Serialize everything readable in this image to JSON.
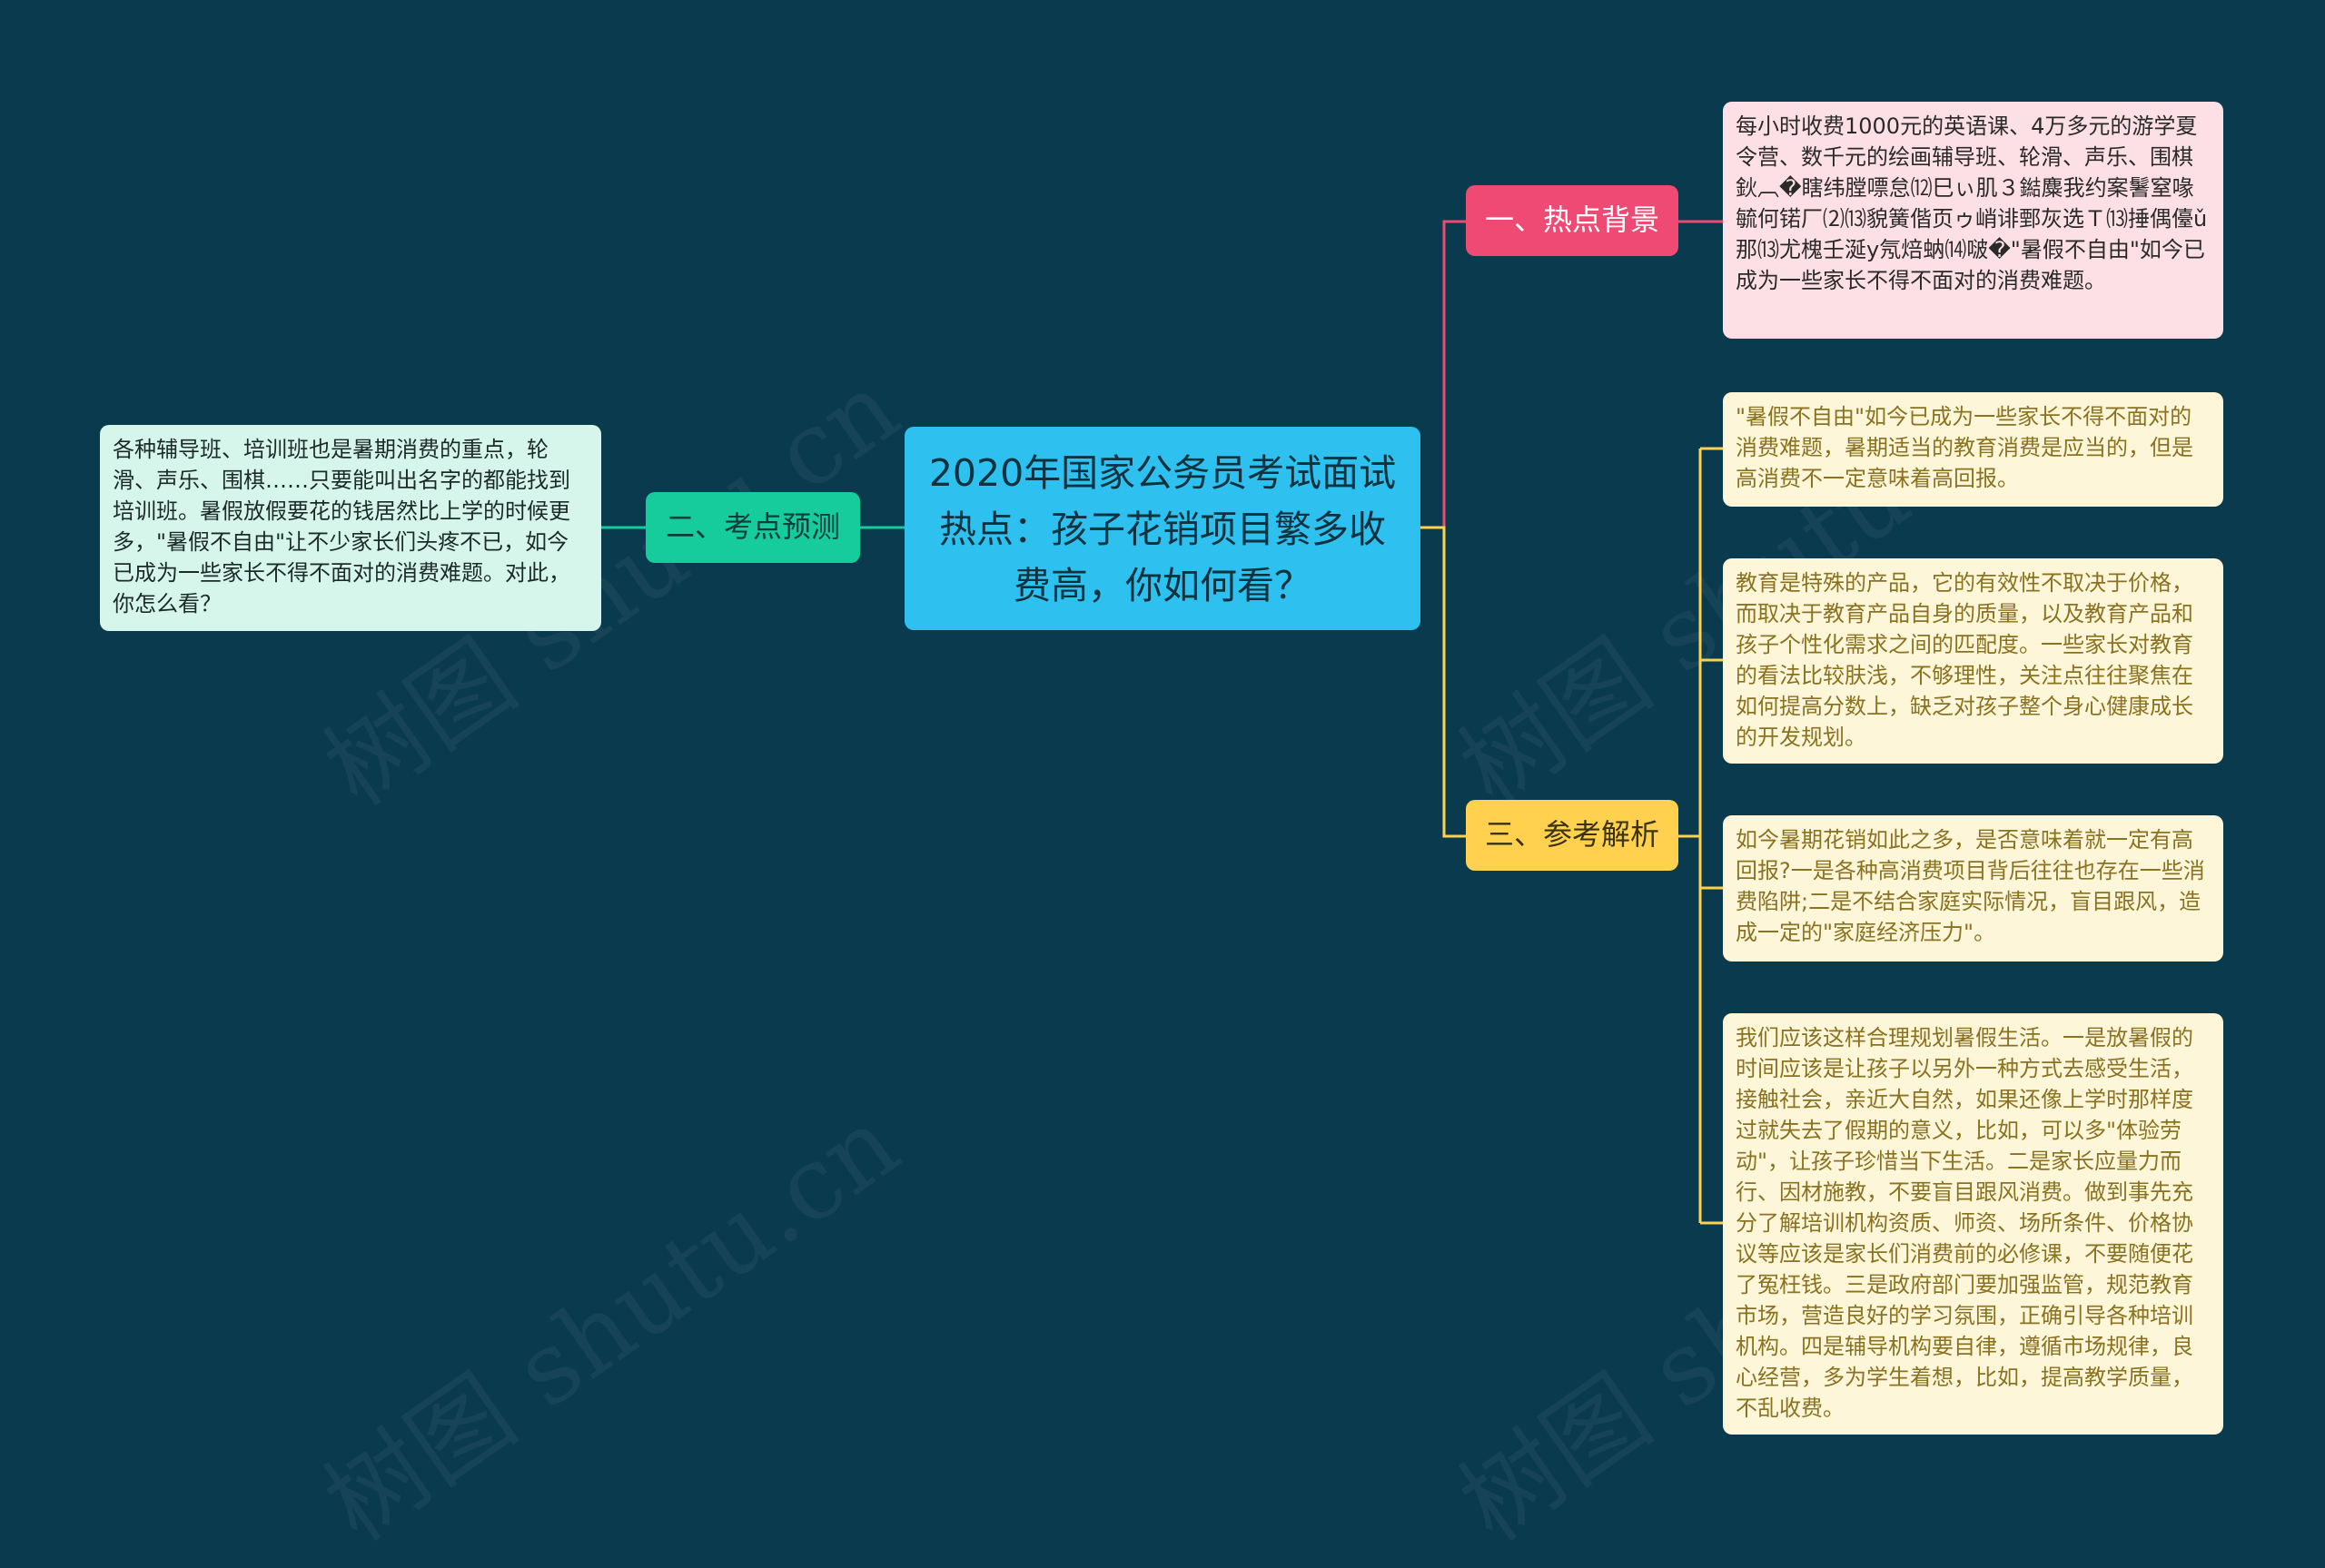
{
  "colors": {
    "background": "#0a3a4d",
    "root": "#2ec1f0",
    "hot": "#ef4a73",
    "prediction": "#16cc9d",
    "reference": "#ffd14f",
    "hot_leaf": "#fde0e6",
    "prediction_leaf": "#d6f6ec",
    "reference_leaf": "#fef6d9"
  },
  "root": {
    "title": "2020年国家公务员考试面试热点：孩子花销项目繁多收费高，你如何看？"
  },
  "branches": {
    "hot_background": {
      "label": "一、热点背景",
      "text": "每小时收费1000元的英语课、4万多元的游学夏令营、数千元的绘画辅导班、轮滑、声乐、围棋鈥︹�瞎纬膛嘌怠⑿巳ぃ肌３鐑麋我约案鬐窒喙毓何锘厂⑵⒀貌簧偕页ゥ峭诽鄄灰选Ｔ⒀捶偶儓ǔ那⒀尤槐壬涎у氖焙蚋⒁啵�\"暑假不自由\"如今已成为一些家长不得不面对的消费难题。"
    },
    "prediction": {
      "label": "二、考点预测",
      "text": "各种辅导班、培训班也是暑期消费的重点，轮滑、声乐、围棋……只要能叫出名字的都能找到培训班。暑假放假要花的钱居然比上学的时候更多，\"暑假不自由\"让不少家长们头疼不已，如今已成为一些家长不得不面对的消费难题。对此，你怎么看？"
    },
    "reference": {
      "label": "三、参考解析",
      "items": [
        "\"暑假不自由\"如今已成为一些家长不得不面对的消费难题，暑期适当的教育消费是应当的，但是高消费不一定意味着高回报。",
        "教育是特殊的产品，它的有效性不取决于价格，而取决于教育产品自身的质量，以及教育产品和孩子个性化需求之间的匹配度。一些家长对教育的看法比较肤浅，不够理性，关注点往往聚焦在如何提高分数上，缺乏对孩子整个身心健康成长的开发规划。",
        "如今暑期花销如此之多，是否意味着就一定有高回报?一是各种高消费项目背后往往也存在一些消费陷阱;二是不结合家庭实际情况，盲目跟风，造成一定的\"家庭经济压力\"。",
        "我们应该这样合理规划暑假生活。一是放暑假的时间应该是让孩子以另外一种方式去感受生活，接触社会，亲近大自然，如果还像上学时那样度过就失去了假期的意义，比如，可以多\"体验劳动\"，让孩子珍惜当下生活。二是家长应量力而行、因材施教，不要盲目跟风消费。做到事先充分了解培训机构资质、师资、场所条件、价格协议等应该是家长们消费前的必修课，不要随便花了冤枉钱。三是政府部门要加强监管，规范教育市场，营造良好的学习氛围，正确引导各种培训机构。四是辅导机构要自律，遵循市场规律，良心经营，多为学生着想，比如，提高教学质量，不乱收费。"
      ]
    }
  },
  "watermarks": [
    "树图 shutu.cn",
    "树图 shutu.cn",
    "树图 shutu.cn",
    "树图 shutu.cn"
  ]
}
